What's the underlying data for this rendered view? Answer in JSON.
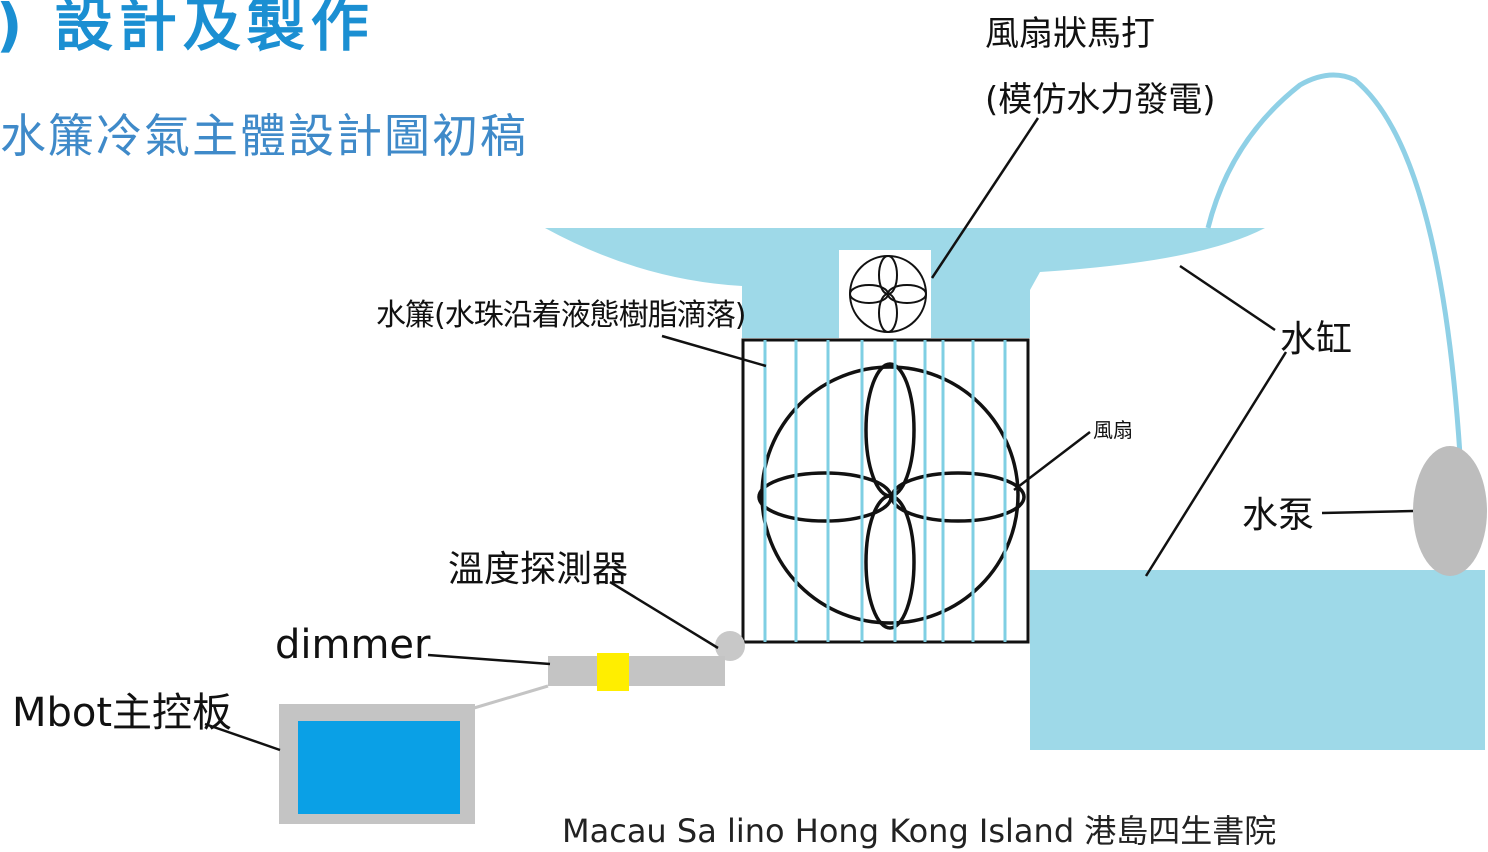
{
  "header": {
    "title": ") 設計及製作",
    "subtitle": "水簾冷氣主體設計圖初稿"
  },
  "labels": {
    "motor_line1": "風扇狀馬打",
    "motor_line2": "(模仿水力發電)",
    "water_curtain": "水簾(水珠沿着液態樹脂滴落)",
    "water_tank": "水缸",
    "fan": "風扇",
    "water_pump": "水泵",
    "temperature_sensor": "溫度探測器",
    "dimmer": "dimmer",
    "mbot_board": "Mbot主控板"
  },
  "footer": {
    "text": "Macau Sa  lino Hong Kong Island 港島四生書院"
  },
  "colors": {
    "water": "#9ed9e8",
    "curtain_line": "#7fcfe3",
    "pipe": "#8fd0e6",
    "pump": "#bdbdbd",
    "dimmer_body": "#c4c4c4",
    "dimmer_knob": "#ffee00",
    "board_frame": "#c4c4c4",
    "board_screen": "#0aa0e6",
    "title": "#1b8fd2",
    "subtitle": "#3f8ac9"
  },
  "icons": {
    "fan_motor": "small-four-blade-fan-icon",
    "fan": "large-four-blade-fan-icon"
  }
}
